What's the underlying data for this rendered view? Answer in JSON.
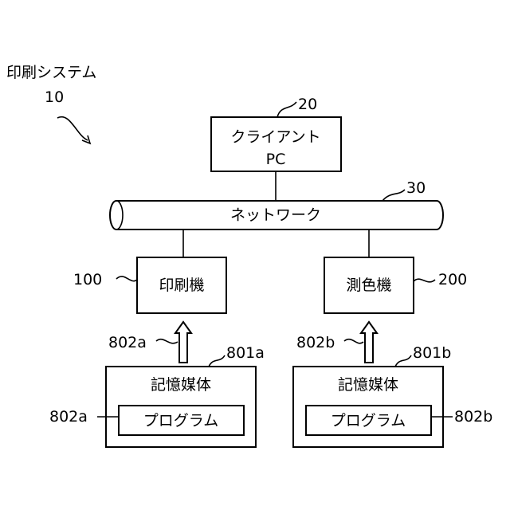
{
  "system": {
    "title": "印刷システム",
    "ref": "10"
  },
  "client": {
    "line1": "クライアント",
    "line2": "PC",
    "ref": "20"
  },
  "network": {
    "label": "ネットワーク",
    "ref": "30"
  },
  "printer": {
    "label": "印刷機",
    "ref": "100"
  },
  "colorimeter": {
    "label": "測色機",
    "ref": "200"
  },
  "medium_a": {
    "label": "記憶媒体",
    "ref": "801a",
    "program_label": "プログラム",
    "program_ref": "802a",
    "arrow_ref": "802a"
  },
  "medium_b": {
    "label": "記憶媒体",
    "ref": "801b",
    "program_label": "プログラム",
    "program_ref": "802b",
    "arrow_ref": "802b"
  }
}
